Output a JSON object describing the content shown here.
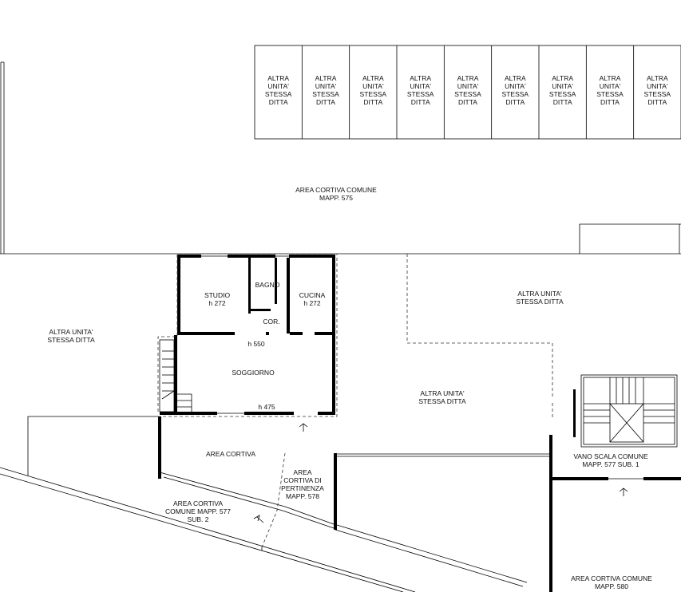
{
  "top_units": {
    "unit_label": [
      "ALTRA",
      "UNITA'",
      "STESSA",
      "DITTA"
    ],
    "count": 9
  },
  "labels": {
    "area_cortiva_comune_575": [
      "AREA CORTIVA COMUNE",
      "MAPP. 575"
    ],
    "altra_unita_left": [
      "ALTRA UNITA'",
      "STESSA DITTA"
    ],
    "altra_unita_right_top": [
      "ALTRA UNITA'",
      "STESSA DITTA"
    ],
    "altra_unita_center": [
      "ALTRA UNITA'",
      "STESSA DITTA"
    ],
    "studio": [
      "STUDIO",
      "h 272"
    ],
    "bagno": [
      "BAGNO"
    ],
    "cucina": [
      "CUCINA",
      "h 272"
    ],
    "cor": [
      "COR."
    ],
    "h550": [
      "h 550"
    ],
    "soggiorno": [
      "SOGGIORNO"
    ],
    "h475": [
      "h 475"
    ],
    "area_cortiva": [
      "AREA CORTIVA"
    ],
    "area_pertinenza": [
      "AREA",
      "CORTIVA DI",
      "PERTINENZA",
      "MAPP. 578"
    ],
    "area_comune_577": [
      "AREA CORTIVA",
      "COMUNE MAPP. 577",
      "SUB. 2"
    ],
    "vano_scala": [
      "VANO SCALA COMUNE",
      "MAPP. 577 SUB. 1"
    ],
    "area_comune_580": [
      "AREA CORTIVA COMUNE",
      "MAPP. 580"
    ]
  }
}
